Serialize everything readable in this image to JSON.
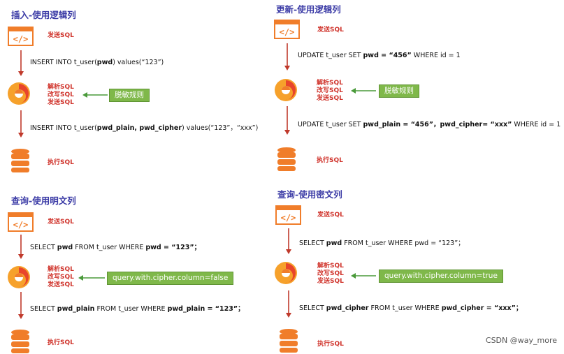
{
  "panels": [
    {
      "id": "insert",
      "title": "插入-使用逻辑列",
      "send": "发送SQL",
      "sql1": {
        "prefix": "INSERT INTO t_user(",
        "b1": "pwd",
        "mid": ") values(“123”)"
      },
      "parse": [
        "解析SQL",
        "改写SQL",
        "发送SQL"
      ],
      "rule": "脱敏规则",
      "sql2": {
        "prefix": "INSERT INTO t_user(",
        "b1": "pwd_plain, pwd_cipher",
        "mid": ") values(“123”，“xxx”)"
      },
      "exec": "执行SQL"
    },
    {
      "id": "update",
      "title": "更新-使用逻辑列",
      "send": "发送SQL",
      "sql1": {
        "prefix": "UPDATE t_user SET ",
        "b1": "pwd = “456”",
        "mid": " WHERE id = 1"
      },
      "parse": [
        "解析SQL",
        "改写SQL",
        "发送SQL"
      ],
      "rule": "脱敏规则",
      "sql2": {
        "prefix": "UPDATE t_user SET ",
        "b1": "pwd_plain = “456”，pwd_cipher= “xxx”",
        "mid": "  WHERE id = 1"
      },
      "exec": "执行SQL"
    },
    {
      "id": "query-plain",
      "title": "查询-使用明文列",
      "send": "发送SQL",
      "sql1": {
        "prefix": "SELECT ",
        "b1": "pwd",
        "mid": " FROM t_user WHERE ",
        "b2": "pwd = “123”；"
      },
      "parse": [
        "解析SQL",
        "改写SQL",
        "发送SQL"
      ],
      "rule": "query.with.cipher.column=false",
      "sql2": {
        "prefix": "SELECT ",
        "b1": "pwd_plain",
        "mid": " FROM t_user WHERE ",
        "b2": "pwd_plain = “123”；"
      },
      "exec": "执行SQL"
    },
    {
      "id": "query-cipher",
      "title": "查询-使用密文列",
      "send": "发送SQL",
      "sql1": {
        "prefix": "SELECT ",
        "b1": "pwd",
        "mid": " FROM t_user WHERE pwd =  “123”；"
      },
      "parse": [
        "解析SQL",
        "改写SQL",
        "发送SQL"
      ],
      "rule": "query.with.cipher.column=true",
      "sql2": {
        "prefix": "SELECT ",
        "b1": "pwd_cipher",
        "mid": " FROM t_user WHERE ",
        "b2": "pwd_cipher = “xxx”；"
      },
      "exec": "执行SQL"
    }
  ],
  "watermark": "CSDN @way_more",
  "colors": {
    "title": "#3b3ba6",
    "label": "#d0342c",
    "arrow": "#c0392b",
    "rule_bg": "#7fb84a",
    "icon": "#f07d2a"
  }
}
